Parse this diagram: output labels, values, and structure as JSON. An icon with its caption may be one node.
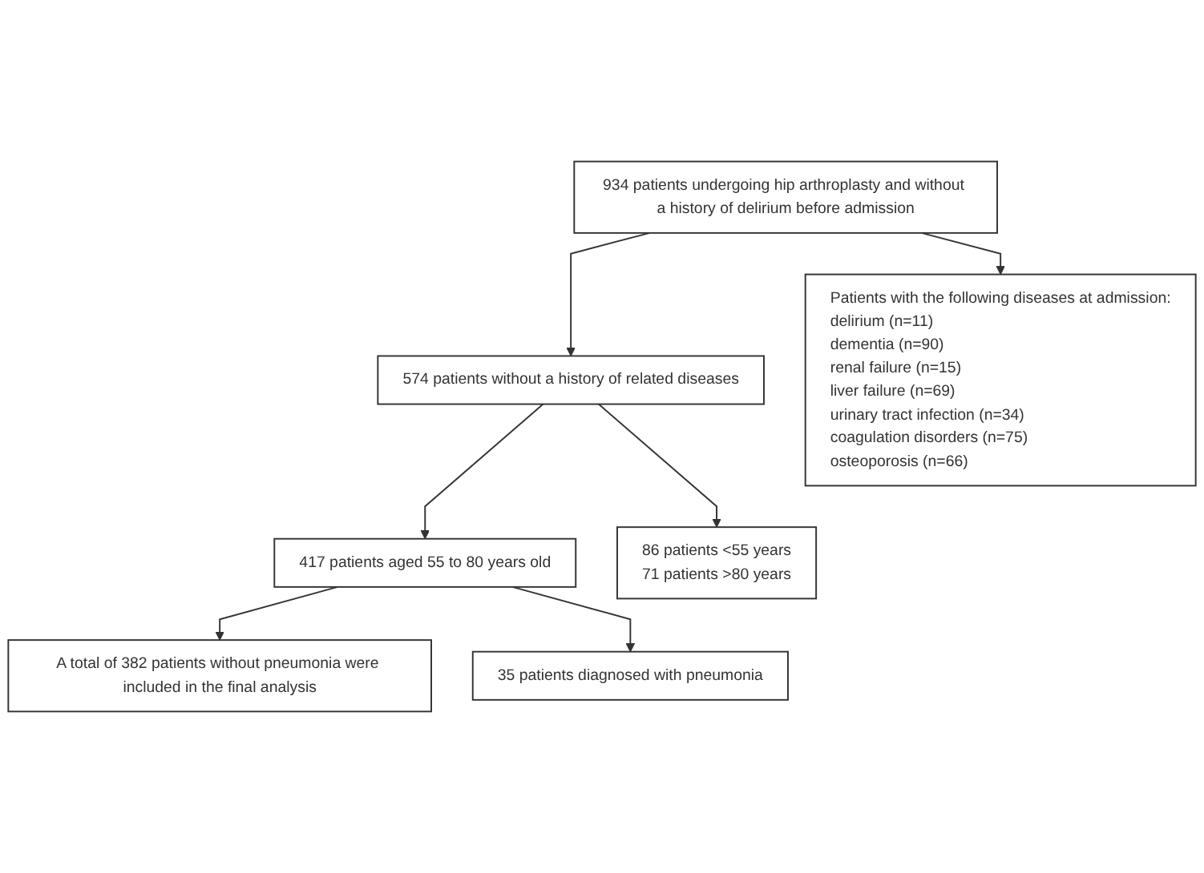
{
  "diagram": {
    "nodes": [
      {
        "text": [
          "934 patients undergoing hip arthroplasty and without a history of delirium before admission"
        ]
      },
      {
        "text": [
          "Patients with the following diseases at admission:",
          "delirium (n=11)",
          "dementia (n=90)",
          "renal failure (n=15)",
          "liver failure (n=69)",
          "urinary tract infection (n=34)",
          "coagulation disorders (n=75)",
          "osteoporosis (n=66)"
        ]
      },
      {
        "text": [
          "574 patients without a history of related diseases"
        ]
      },
      {
        "text": [
          "86 patients <55 years",
          "71 patients >80 years"
        ]
      },
      {
        "text": [
          "417 patients aged 55 to 80 years old"
        ]
      },
      {
        "text": [
          "35 patients diagnosed with pneumonia"
        ]
      },
      {
        "text": [
          "A total of 382 patients without pneumonia were included in the final analysis"
        ]
      }
    ],
    "edges": [
      {
        "from": 0,
        "to": 2,
        "arrow": "to"
      },
      {
        "from": 0,
        "to": 1,
        "arrow": "to"
      },
      {
        "from": 2,
        "to": 4,
        "arrow": "to"
      },
      {
        "from": 2,
        "to": 3,
        "arrow": "to"
      },
      {
        "from": 4,
        "to": 6,
        "arrow": "to"
      },
      {
        "from": 4,
        "to": 5,
        "arrow": "to"
      }
    ]
  }
}
